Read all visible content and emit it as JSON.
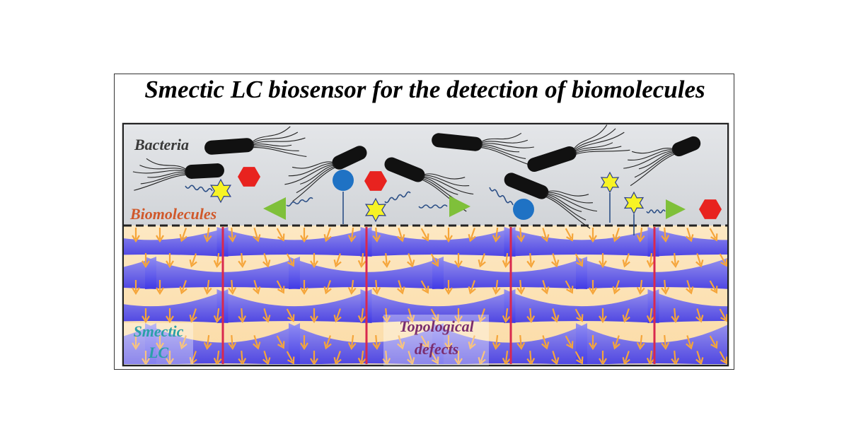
{
  "title": "Smectic LC biosensor for the detection of biomolecules",
  "labels": {
    "bacteria": "Bacteria",
    "biomolecules": "Biomolecules",
    "smectic_line1": "Smectic",
    "smectic_line2": "LC",
    "defects_line1": "Topological",
    "defects_line2": "defects"
  },
  "colors": {
    "solution_bg": "#dadcdf",
    "lc_bg": "#fde3b7",
    "layer_blue": "#4a43e8",
    "arrow": "#f5a53a",
    "defect_line": "#d9284e",
    "hexagon": "#e8231f",
    "triangle": "#7fc03a",
    "star": "#f7f325",
    "sphere": "#1f72c4",
    "bacteria_label": "#3a3a3a",
    "biomolecule_label": "#d0582a",
    "smectic_label": "#2aa0a8",
    "defect_label": "#7a2d6e"
  }
}
